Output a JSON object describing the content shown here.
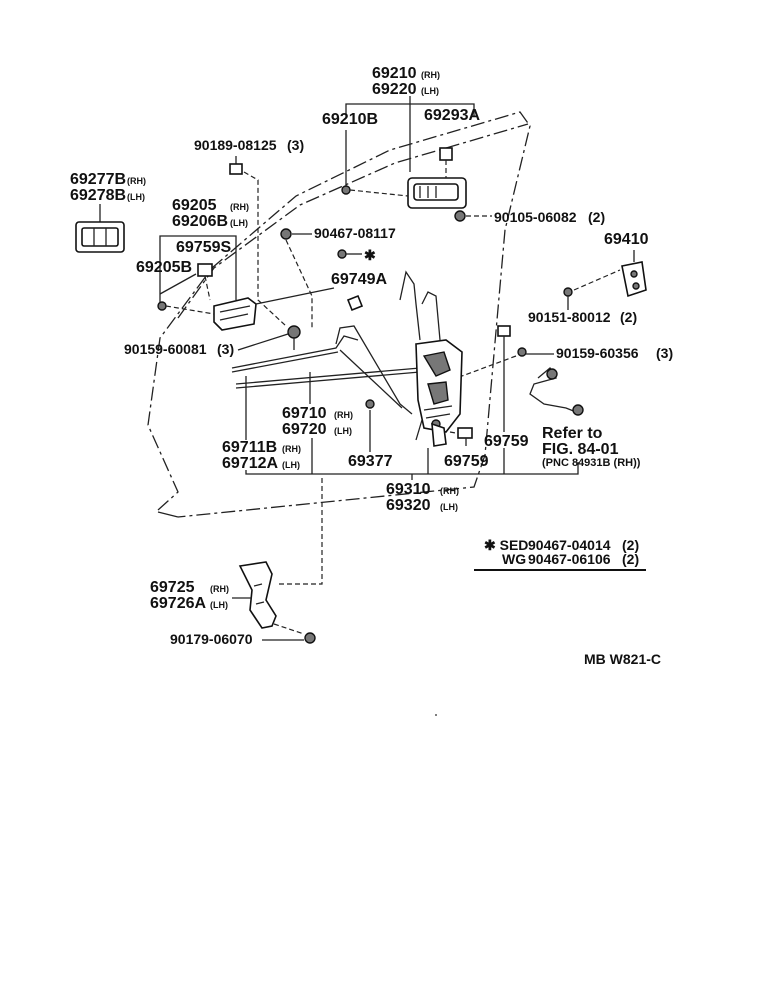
{
  "diagram": {
    "labels": {
      "p69210_rh": "69210",
      "p69220_lh": "69220",
      "p69210b": "69210B",
      "p69293a": "69293A",
      "p90189": "90189-08125",
      "p90189_qty": "(3)",
      "p69277b": "69277B",
      "p69278b": "69278B",
      "p69205": "69205",
      "p69206b": "69206B",
      "p69759s": "69759S",
      "p69205b": "69205B",
      "p90467_08117": "90467-08117",
      "p90105": "90105-06082",
      "p90105_qty": "(2)",
      "p69410": "69410",
      "p69749a": "69749A",
      "p90151": "90151-80012",
      "p90151_qty": "(2)",
      "p90159_60081": "90159-60081",
      "p90159_60081_qty": "(3)",
      "p90159_60356": "90159-60356",
      "p90159_60356_qty": "(3)",
      "p69710": "69710",
      "p69720": "69720",
      "p69711b": "69711B",
      "p69712a": "69712A",
      "p69377": "69377",
      "p69759_a": "69759",
      "p69759_b": "69759",
      "p69310": "69310",
      "p69320": "69320",
      "refer_to": "Refer to",
      "fig": "FIG. 84-01",
      "pnc": "(PNC 84931B (RH))",
      "p69725": "69725",
      "p69726a": "69726A",
      "p90179": "90179-06070",
      "asterisk": "✱"
    },
    "sides": {
      "rh": "(RH)",
      "lh": "(LH)"
    },
    "note": {
      "line1_code": "✱ SED",
      "line1_part": "90467-04014",
      "line1_qty": "(2)",
      "line2_code": "WG",
      "line2_part": "90467-06106",
      "line2_qty": "(2)"
    },
    "diagram_code": "MB W821-C"
  }
}
